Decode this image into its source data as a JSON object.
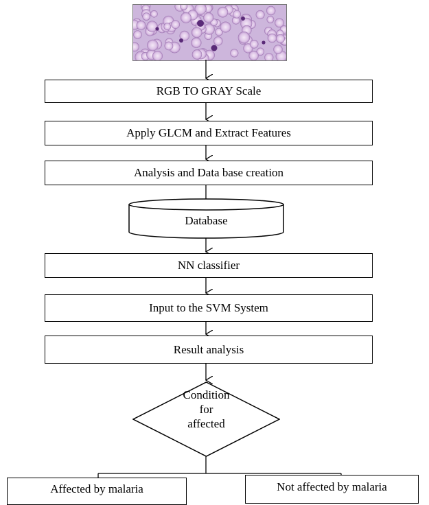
{
  "flowchart": {
    "image_alt": "",
    "steps": {
      "rgb_to_gray": "RGB TO GRAY Scale",
      "glcm": "Apply GLCM and Extract Features",
      "analysis_db": "Analysis and Data base creation",
      "database": "Database",
      "nn_classifier": "NN classifier",
      "svm_input": "Input to the SVM System",
      "result_analysis": "Result analysis"
    },
    "decision": {
      "line1": "Condition",
      "line2": "for",
      "line3": "affected"
    },
    "outcomes": {
      "affected": "Affected by malaria",
      "not_affected": "Not affected by malaria"
    }
  },
  "colors": {
    "stroke": "#000000",
    "cell_bg": "#c8b0d8",
    "cell": "#e6d3ee",
    "parasite": "#5a2a78"
  }
}
